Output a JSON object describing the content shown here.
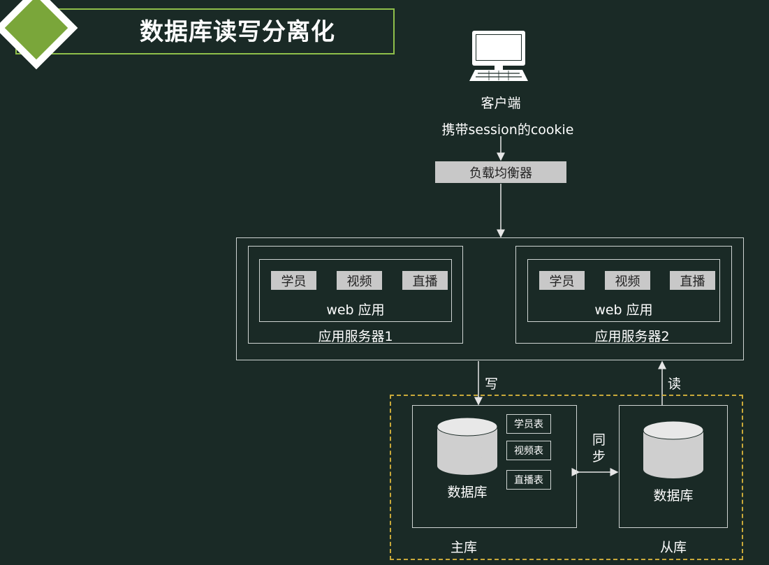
{
  "title": "数据库读写分离化",
  "client": {
    "label": "客户端",
    "note": "携带session的cookie"
  },
  "load_balancer": "负载均衡器",
  "servers": [
    {
      "name": "应用服务器1",
      "app": "web 应用",
      "modules": [
        "学员",
        "视频",
        "直播"
      ]
    },
    {
      "name": "应用服务器2",
      "app": "web 应用",
      "modules": [
        "学员",
        "视频",
        "直播"
      ]
    }
  ],
  "write_label": "写",
  "read_label": "读",
  "sync_label": "同步",
  "master": {
    "db": "数据库",
    "name": "主库",
    "tables": [
      "学员表",
      "视频表",
      "直播表"
    ]
  },
  "slave": {
    "db": "数据库",
    "name": "从库"
  },
  "colors": {
    "background": "#1a2a26",
    "accent_green": "#7aa63a",
    "dashed_border": "#c9a93a"
  }
}
